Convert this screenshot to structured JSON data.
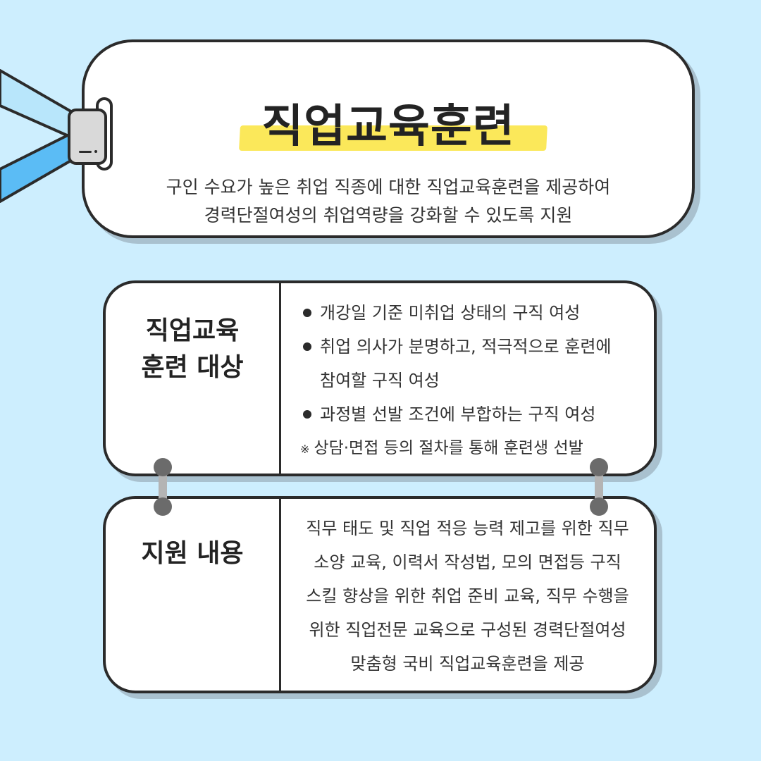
{
  "top_card": {
    "title": "직업교육훈련",
    "subtitle_line1": "구인 수요가 높은 취업 직종에 대한 직업교육훈련을 제공하여",
    "subtitle_line2": "경력단절여성의 취업역량을 강화할 수 있도록 지원"
  },
  "target_card": {
    "heading_line1": "직업교육",
    "heading_line2": "훈련 대상",
    "items": [
      "개강일 기준 미취업 상태의 구직 여성",
      "취업 의사가 분명하고, 적극적으로 훈련에",
      "참여할 구직 여성",
      "과정별 선발 조건에 부합하는 구직 여성"
    ],
    "note_mark": "※",
    "note": "상담·면접 등의 절차를 통해 훈련생 선발"
  },
  "support_card": {
    "heading": "지원 내용",
    "lines": [
      "직무 태도 및 직업 적응 능력 제고를 위한 직무",
      "소양 교육, 이력서 작성법, 모의 면접등 구직",
      "스킬 향상을 위한 취업 준비 교육, 직무 수행을",
      "위한 직업전문 교육으로 구성된 경력단절여성",
      "맞춤형 국비 직업교육훈련을 제공"
    ]
  },
  "colors": {
    "background": "#cdeefe",
    "highlight": "#fbe85a",
    "outline": "#2b2b2b",
    "lanyard": "#5bbcf5"
  }
}
